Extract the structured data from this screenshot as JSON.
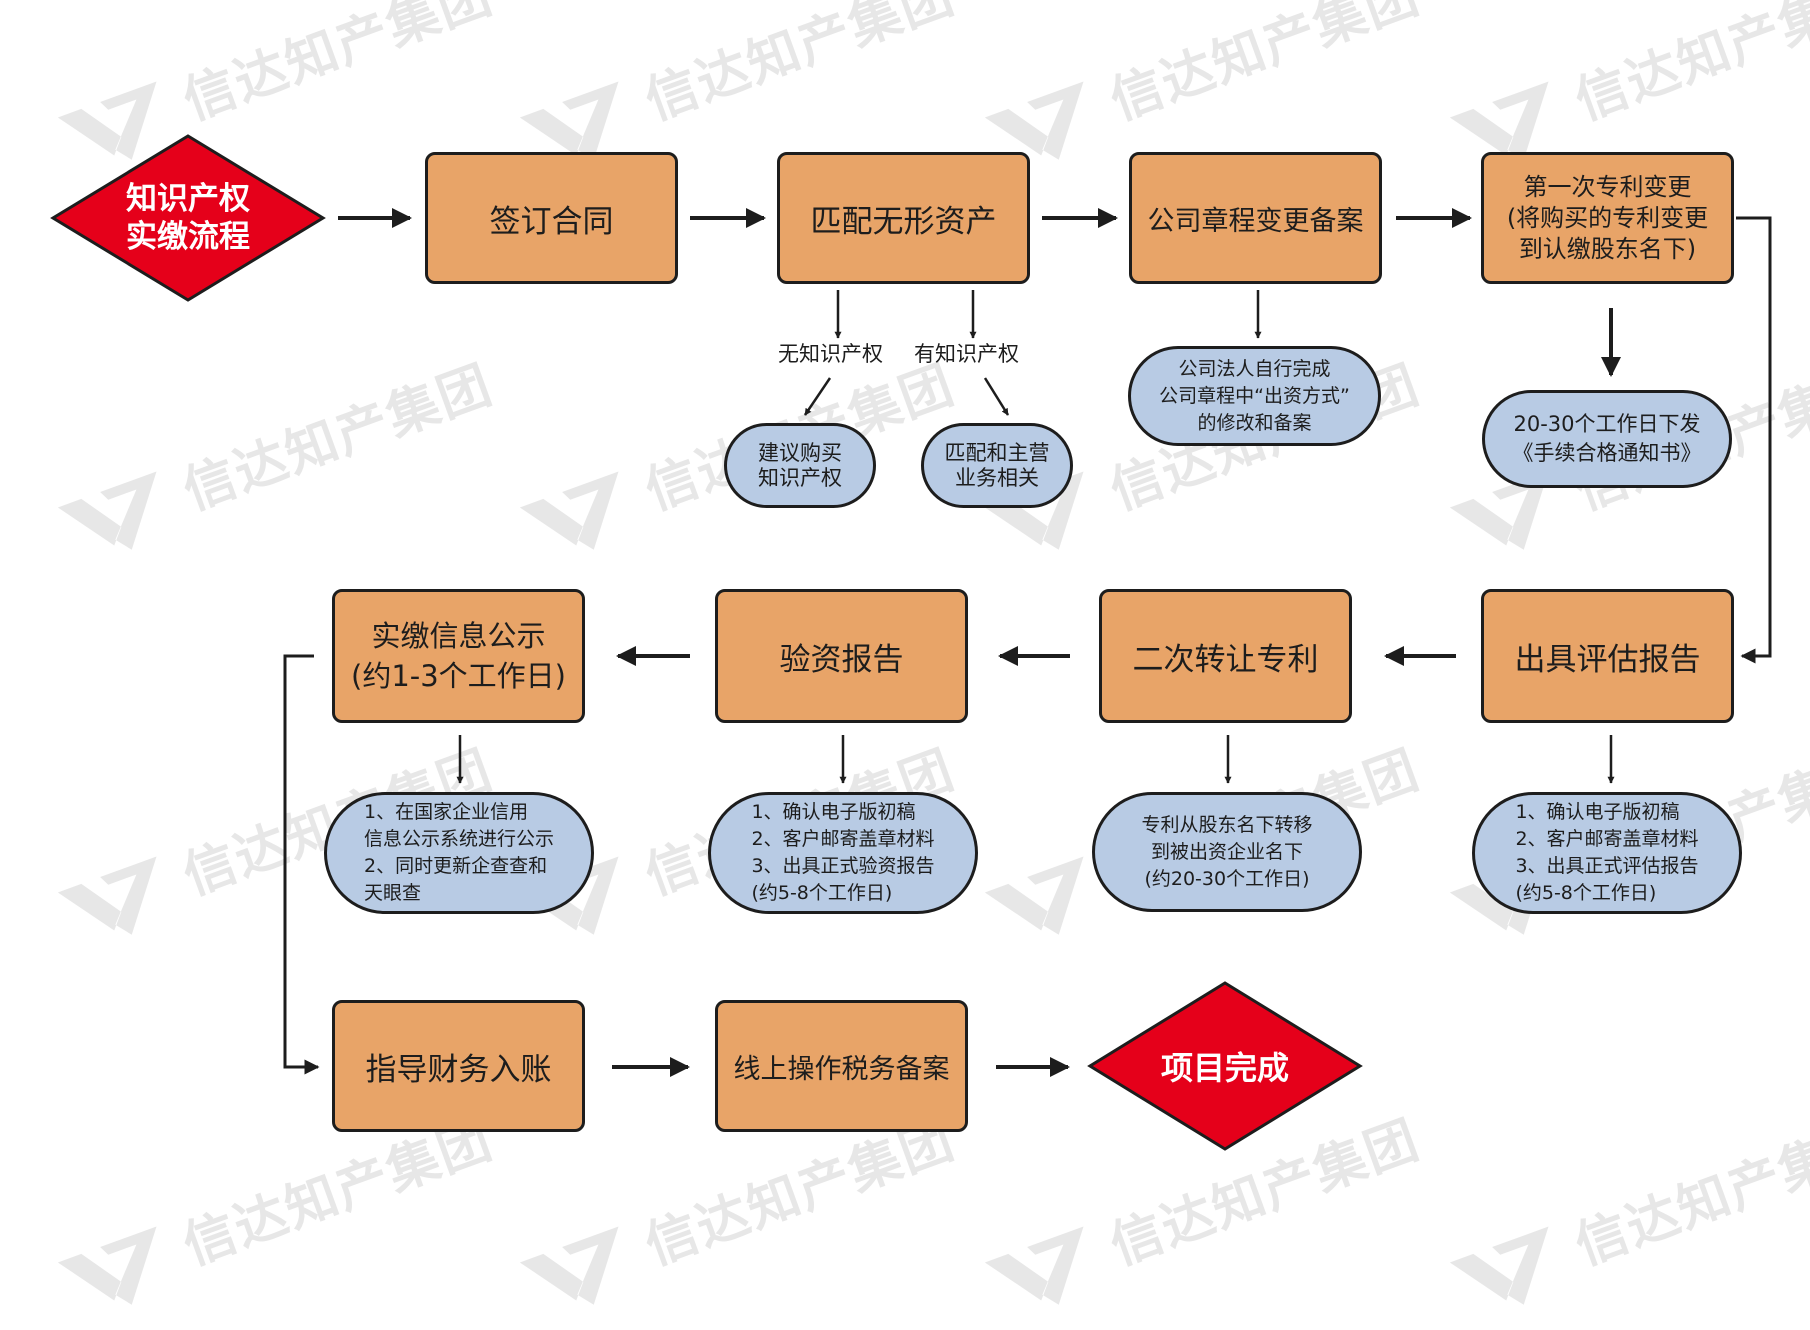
{
  "watermark": {
    "text": "信达知产集团",
    "icon": "brand-logo-icon"
  },
  "colors": {
    "step_fill": "#e8a468",
    "note_fill": "#b8cbe4",
    "terminal_fill": "#e5001a",
    "stroke": "#1d1d1d"
  },
  "diagram": {
    "start": {
      "label": "知识产权\n实缴流程"
    },
    "end": {
      "label": "项目完成"
    },
    "steps": {
      "sign_contract": "签订合同",
      "match_assets": "匹配无形资产",
      "articles_filing": "公司章程变更备案",
      "first_patent_change": "第一次专利变更\n(将购买的专利变更\n到认缴股东名下)",
      "valuation_report": "出具评估报告",
      "second_transfer": "二次转让专利",
      "capital_verification": "验资报告",
      "publicity": "实缴信息公示\n(约1-3个工作日)",
      "finance_guidance": "指导财务入账",
      "tax_filing": "线上操作税务备案"
    },
    "branch_labels": {
      "no_ip": "无知识产权",
      "has_ip": "有知识产权"
    },
    "notes": {
      "suggest_buy": "建议购买\n知识产权",
      "match_business": "匹配和主营\n业务相关",
      "articles_note": "公司法人自行完成\n公司章程中“出资方式”\n的修改和备案",
      "notice": "20-30个工作日下发\n《手续合格通知书》",
      "valuation_note": "1、确认电子版初稿\n2、客户邮寄盖章材料\n3、出具正式评估报告\n(约5-8个工作日)",
      "transfer_note": "专利从股东名下转移\n到被出资企业名下\n(约20-30个工作日)",
      "verification_note": "1、确认电子版初稿\n2、客户邮寄盖章材料\n3、出具正式验资报告\n(约5-8个工作日)",
      "publicity_note": "1、在国家企业信用\n信息公示系统进行公示\n2、同时更新企查查和\n天眼查"
    }
  }
}
